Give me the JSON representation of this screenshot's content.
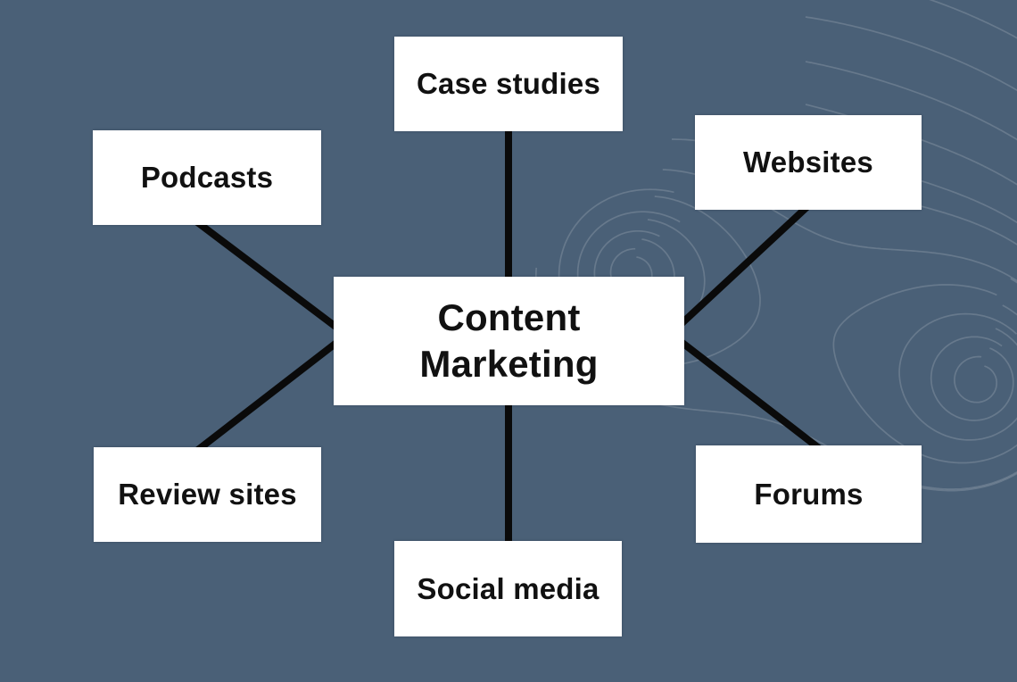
{
  "diagram": {
    "type": "mind-map",
    "title": "Content Marketing diagram",
    "center": {
      "id": "content-marketing",
      "label": "Content Marketing"
    },
    "nodes": [
      {
        "id": "case-studies",
        "label": "Case studies"
      },
      {
        "id": "websites",
        "label": "Websites"
      },
      {
        "id": "podcasts",
        "label": "Podcasts"
      },
      {
        "id": "review-sites",
        "label": "Review sites"
      },
      {
        "id": "forums",
        "label": "Forums"
      },
      {
        "id": "social-media",
        "label": "Social media"
      }
    ],
    "colors": {
      "background": "#4A6077",
      "node_fill": "#FFFFFF",
      "text": "#111111",
      "connector": "#0A0A0A",
      "swirl_line": "rgba(255,255,255,0.16)"
    }
  }
}
